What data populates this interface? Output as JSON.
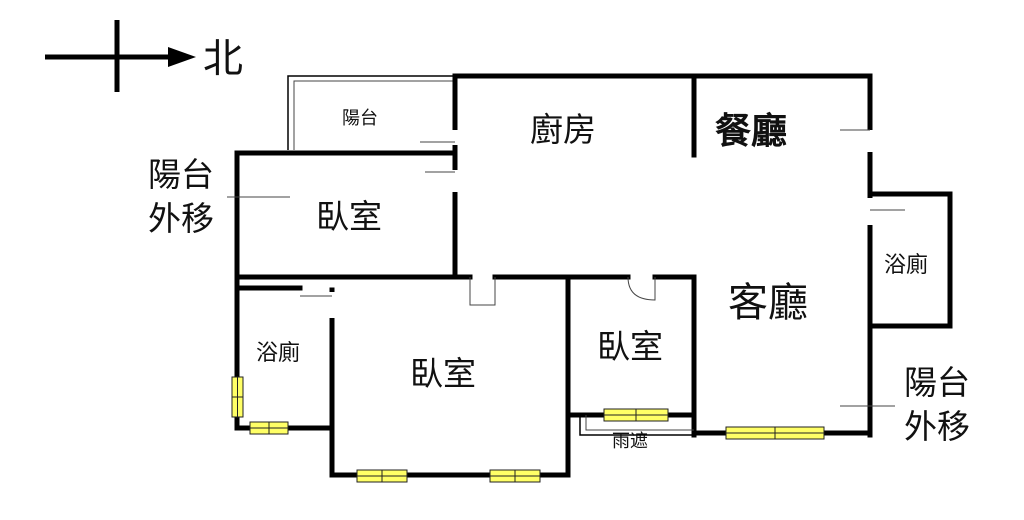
{
  "compass": {
    "label": "北"
  },
  "rooms": {
    "balcony_top": "陽台",
    "kitchen": "廚房",
    "dining": "餐廳",
    "bedroom_nw": "臥室",
    "living": "客廳",
    "bath_east": "浴廁",
    "bath_west": "浴廁",
    "bedroom_main": "臥室",
    "bedroom_small": "臥室",
    "flower_wall": "雨遮"
  },
  "annotations": {
    "balcony_moved_left_1": "陽台",
    "balcony_moved_left_2": "外移",
    "balcony_moved_right_1": "陽台",
    "balcony_moved_right_2": "外移"
  }
}
